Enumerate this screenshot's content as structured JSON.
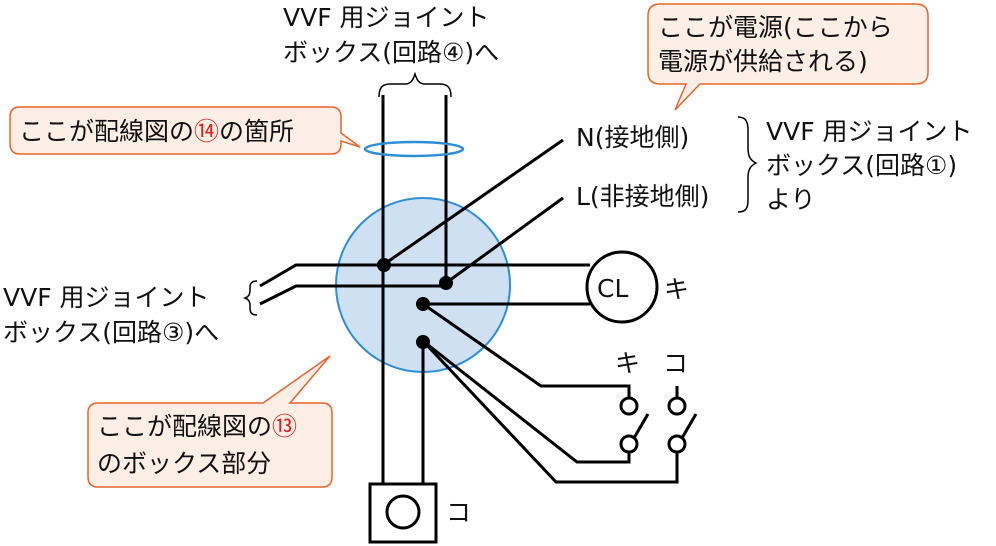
{
  "labels": {
    "top_joint_line1": "VVF 用ジョイント",
    "top_joint_line2": "ボックス(回路④)へ",
    "n_label": "N(接地側)",
    "l_label": "L(非接地側)",
    "right_joint_line1": "VVF 用ジョイント",
    "right_joint_line2": "ボックス(回路①)",
    "right_joint_line3": "より",
    "left_joint_line1": "VVF 用ジョイント",
    "left_joint_line2": "ボックス(回路③)へ",
    "cl_text": "CL",
    "cl_mark": "キ",
    "switch_mark_left": "キ",
    "switch_mark_right": "コ",
    "outlet_mark": "コ"
  },
  "callouts": {
    "power_line1": "ここが電源(ここから",
    "power_line2": "電源が供給される)",
    "fig14_prefix": "ここが配線図の",
    "fig14_number": "⑭",
    "fig14_suffix": "の箇所",
    "fig13_line1_prefix": "ここが配線図の",
    "fig13_number": "⑬",
    "fig13_line2": "のボックス部分"
  },
  "colors": {
    "callout_border": "#e8642c",
    "callout_fill": "#fdeee6",
    "box_fill": "#cfe0f3",
    "box_stroke": "#2f8fd6",
    "ring": "#2f8fd6",
    "highlight_number": "#e0221b"
  }
}
